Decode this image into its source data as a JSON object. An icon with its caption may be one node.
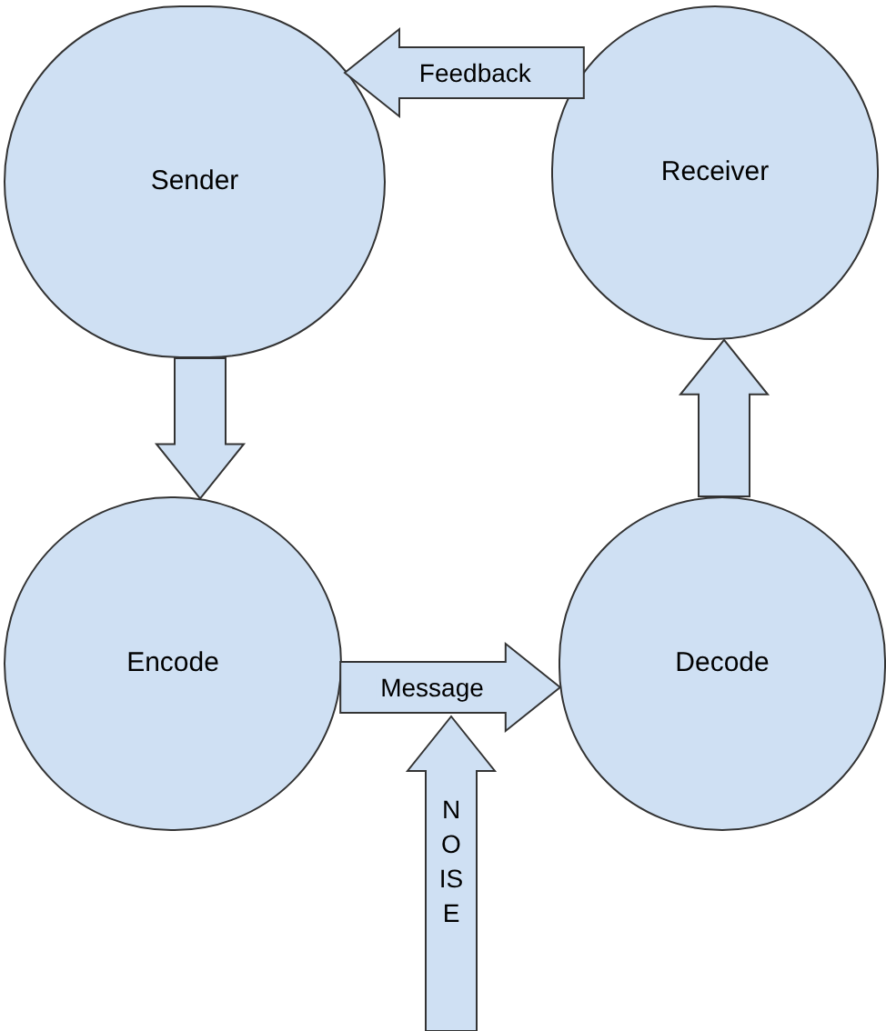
{
  "diagram": {
    "nodes": [
      {
        "text": [
          "Sender"
        ]
      },
      {
        "text": [
          "Receiver"
        ]
      },
      {
        "text": [
          "Encode"
        ]
      },
      {
        "text": [
          "Decode"
        ]
      }
    ],
    "edges": [
      {
        "from": 1,
        "to": 0,
        "arrow": "to",
        "label": "Feedback"
      },
      {
        "from": 0,
        "to": 2,
        "arrow": "to"
      },
      {
        "from": 2,
        "to": 3,
        "arrow": "to",
        "label": "Message"
      },
      {
        "from": 3,
        "to": 1,
        "arrow": "to"
      }
    ],
    "labels": [
      "NOISE"
    ]
  }
}
